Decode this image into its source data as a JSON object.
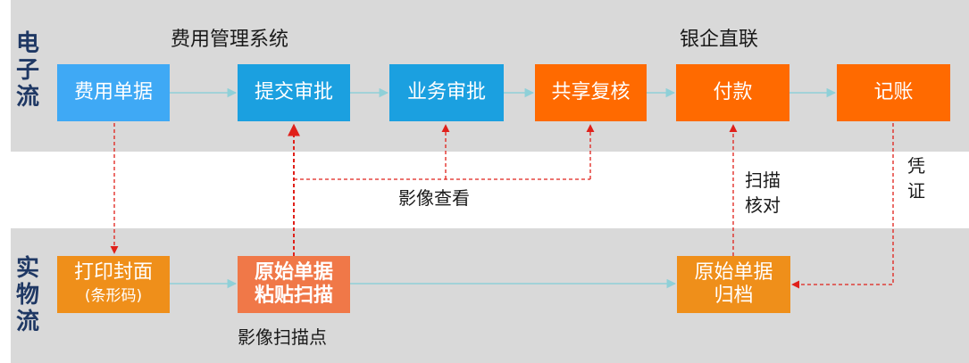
{
  "lanes": {
    "electronic": "电子流",
    "physical": "实物流"
  },
  "sections": {
    "expense_system": "费用管理系统",
    "bank_link": "银企直联"
  },
  "electronic_flow": [
    {
      "label": "费用单据"
    },
    {
      "label": "提交审批"
    },
    {
      "label": "业务审批"
    },
    {
      "label": "共享复核"
    },
    {
      "label": "付款"
    },
    {
      "label": "记账"
    }
  ],
  "physical_flow": {
    "print_cover": {
      "line1": "打印封面",
      "line2": "(条形码)"
    },
    "paste_scan": {
      "line1": "原始单据",
      "line2": "粘贴扫描"
    },
    "archive": {
      "line1": "原始单据",
      "line2": "归档"
    }
  },
  "annotations": {
    "image_view": "影像查看",
    "scan_point": "影像扫描点",
    "scan_check": "扫描\n核对",
    "voucher": "凭\n证"
  },
  "colors": {
    "blue": "#3fa9f5",
    "cyan": "#1ba0e0",
    "orange": "#ff6a00",
    "gold": "#ef8f1a",
    "salmon": "#f07848",
    "arrow_solid": "#8fd0d8",
    "arrow_dashed": "#e0201a",
    "lane_label": "#1f3864"
  }
}
